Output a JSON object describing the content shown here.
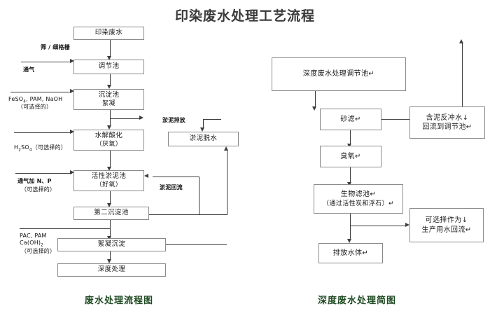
{
  "title": "印染废水处理工艺流程",
  "captions": {
    "left": "废水处理流程图",
    "right": "深度废水处理简图"
  },
  "colors": {
    "title": "#3a3a3a",
    "caption": "#1f4a22",
    "box_border": "#8a8a8a",
    "line": "#3d3d3d",
    "background": "#ffffff"
  },
  "left_diagram": {
    "nodes": [
      {
        "id": "dyeing-wastewater",
        "label": "印染废水"
      },
      {
        "id": "regulating-tank",
        "label": "调节池"
      },
      {
        "id": "sedimentation-tank",
        "label": "沉淀池",
        "label2": "絮凝"
      },
      {
        "id": "hydrolysis-acidification",
        "label": "水解酸化",
        "label2": "（厌氧）"
      },
      {
        "id": "activated-sludge-tank",
        "label": "活性淤泥池",
        "label2": "（好氧）"
      },
      {
        "id": "second-sedimentation-tank",
        "label": "第二沉淀池"
      },
      {
        "id": "coagulation-sedimentation",
        "label": "絮凝沉淀"
      },
      {
        "id": "advanced-treatment",
        "label": "深度处理"
      },
      {
        "id": "sludge-dewatering",
        "label": "淤泥脱水"
      }
    ],
    "labels": [
      {
        "id": "screen-fine-grating",
        "text": "筛 / 细格栅"
      },
      {
        "id": "aeration",
        "text": "通气"
      },
      {
        "id": "feso4-pam-naoh",
        "text": "FeSO₄, PAM, NaOH",
        "text2": "（可选择的）"
      },
      {
        "id": "h2so4",
        "text": "H₂SO₄（可选择的）"
      },
      {
        "id": "aeration-n-p",
        "text": "通气加 N、P",
        "text2": "（可选择的）"
      },
      {
        "id": "pac-pam-caoh2",
        "text": "PAC, PAM",
        "text2": "Ca(OH)₂",
        "text3": "（可选择的）"
      },
      {
        "id": "sludge-discharge",
        "text": "淤泥排放"
      },
      {
        "id": "sludge-return",
        "text": "淤泥回流"
      }
    ]
  },
  "right_diagram": {
    "nodes": [
      {
        "id": "advanced-regulating-tank",
        "label": "深度废水处理调节池↵"
      },
      {
        "id": "sand-filter",
        "label": "砂滤↵"
      },
      {
        "id": "ozone",
        "label": "臭氧↵"
      },
      {
        "id": "biological-filter",
        "label": "生物滤池↵",
        "label2": "（通过活性炭和浮石）↵"
      },
      {
        "id": "discharge-water-body",
        "label": "排放水体↵"
      },
      {
        "id": "muddy-backwash",
        "label": "含泥反冲水↓",
        "label2": "回流到调节池↵"
      },
      {
        "id": "production-water-reuse",
        "label": "可选择作为↓",
        "label2": "生产用水回流↵"
      }
    ]
  }
}
